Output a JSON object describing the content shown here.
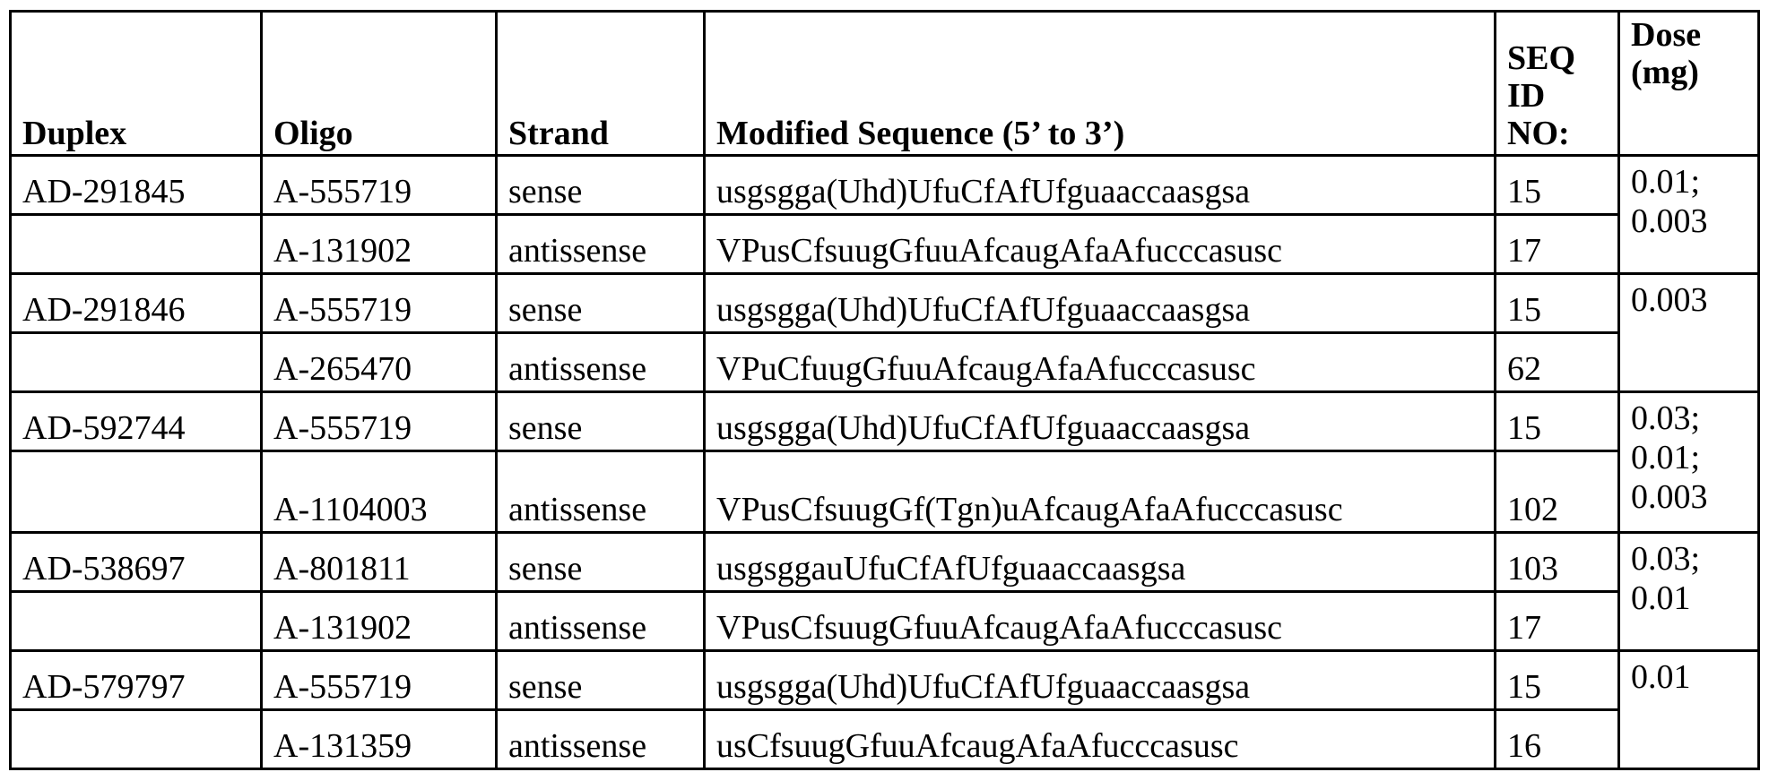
{
  "table": {
    "headers": {
      "duplex": "Duplex",
      "oligo": "Oligo",
      "strand": "Strand",
      "sequence": "Modified Sequence (5’ to 3’)",
      "seq_id_line1": "SEQ",
      "seq_id_line2": "ID",
      "seq_id_line3": "NO:",
      "dose_line1": "Dose",
      "dose_line2": "(mg)"
    },
    "groups": [
      {
        "duplex": "AD-291845",
        "dose": [
          "0.01;",
          "0.003"
        ],
        "rows": [
          {
            "oligo": "A-555719",
            "strand": "sense",
            "sequence": "usgsgga(Uhd)UfuCfAfUfguaaccaasgsa",
            "seq_id": "15"
          },
          {
            "oligo": "A-131902",
            "strand": "antissense",
            "sequence": "VPusCfsuugGfuuAfcaugAfaAfucccasusc",
            "seq_id": "17"
          }
        ]
      },
      {
        "duplex": "AD-291846",
        "dose": [
          "0.003"
        ],
        "rows": [
          {
            "oligo": "A-555719",
            "strand": "sense",
            "sequence": "usgsgga(Uhd)UfuCfAfUfguaaccaasgsa",
            "seq_id": "15"
          },
          {
            "oligo": "A-265470",
            "strand": "antissense",
            "sequence": "VPuCfuugGfuuAfcaugAfaAfucccasusc",
            "seq_id": "62"
          }
        ]
      },
      {
        "duplex": "AD-592744",
        "dose": [
          "0.03;",
          "0.01;",
          "0.003"
        ],
        "rows": [
          {
            "oligo": "A-555719",
            "strand": "sense",
            "sequence": "usgsgga(Uhd)UfuCfAfUfguaaccaasgsa",
            "seq_id": "15"
          },
          {
            "oligo": "A-1104003",
            "strand": "antissense",
            "sequence": "VPusCfsuugGf(Tgn)uAfcaugAfaAfucccasusc",
            "seq_id": "102"
          }
        ]
      },
      {
        "duplex": "AD-538697",
        "dose": [
          "0.03;",
          "0.01"
        ],
        "rows": [
          {
            "oligo": "A-801811",
            "strand": "sense",
            "sequence": "usgsggauUfuCfAfUfguaaccaasgsa",
            "seq_id": "103"
          },
          {
            "oligo": "A-131902",
            "strand": "antissense",
            "sequence": "VPusCfsuugGfuuAfcaugAfaAfucccasusc",
            "seq_id": "17"
          }
        ]
      },
      {
        "duplex": "AD-579797",
        "dose": [
          "0.01"
        ],
        "rows": [
          {
            "oligo": "A-555719",
            "strand": "sense",
            "sequence": "usgsgga(Uhd)UfuCfAfUfguaaccaasgsa",
            "seq_id": "15"
          },
          {
            "oligo": "A-131359",
            "strand": "antissense",
            "sequence": "usCfsuugGfuuAfcaugAfaAfucccasusc",
            "seq_id": "16"
          }
        ]
      }
    ]
  }
}
